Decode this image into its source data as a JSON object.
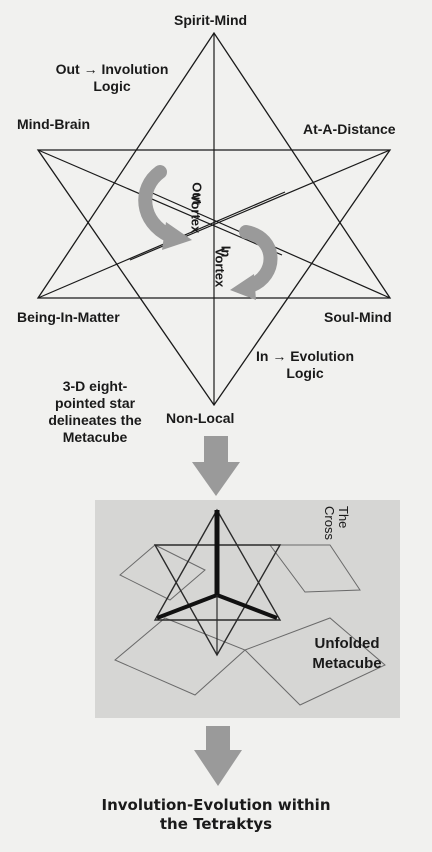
{
  "star": {
    "top": "Spirit-Mind",
    "upper_left": "Mind-Brain",
    "upper_right": "At-A-Distance",
    "lower_left": "Being-In-Matter",
    "lower_right": "Soul-Mind",
    "bottom": "Non-Local",
    "involution_line1": "Out → Involution",
    "involution_line2": "Logic",
    "evolution_line1": "In → Evolution",
    "evolution_line2": "Logic",
    "out_vortex_1": "Out",
    "out_vortex_2": "Vortex",
    "in_vortex_1": "In",
    "in_vortex_2": "Vortex"
  },
  "note": {
    "line1": "3-D eight-",
    "line2": "pointed star",
    "line3": "delineates the",
    "line4": "Metacube"
  },
  "panel": {
    "cross_line1": "The",
    "cross_line2": "Cross",
    "unfolded_line1": "Unfolded",
    "unfolded_line2": "Metacube"
  },
  "footer": {
    "line1": "Involution-Evolution within",
    "line2": "the Tetraktys"
  },
  "colors": {
    "ink": "#1a1a1a",
    "arrow": "#9a9a9a",
    "panel": "#d6d6d4"
  }
}
